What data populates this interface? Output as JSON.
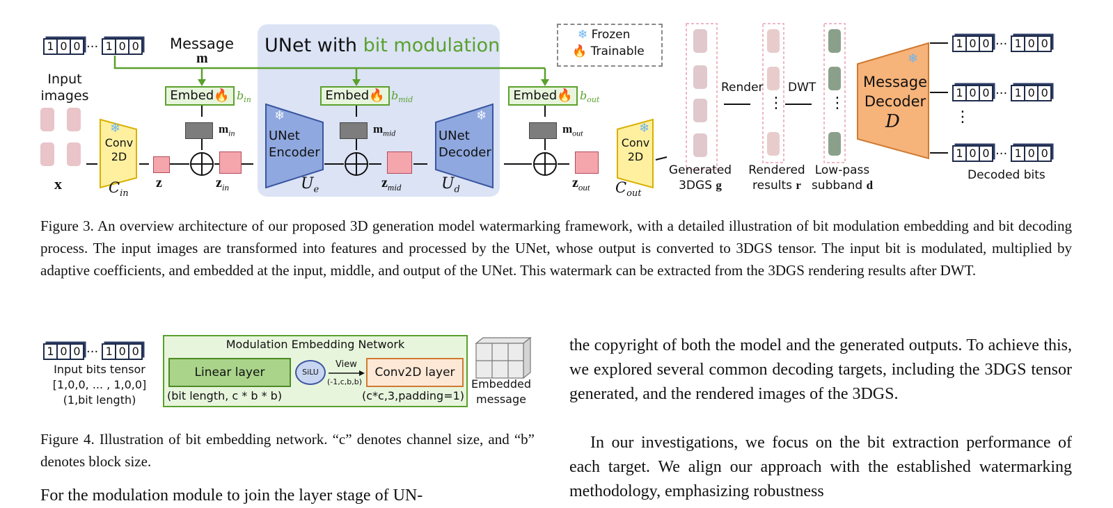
{
  "figure3": {
    "bits_row": [
      "1",
      "0",
      "0"
    ],
    "ellipsis": "···",
    "message_label": "Message",
    "message_symbol": "m",
    "input_images_label": "Input images",
    "x_symbol": "x",
    "unet_title_prefix": "UNet with ",
    "unet_title_highlight": "bit modulation",
    "legend_frozen": "Frozen",
    "legend_trainable": "Trainable",
    "embed_label": "Embed",
    "b_in": "b",
    "b_in_sub": "in",
    "b_mid": "b",
    "b_mid_sub": "mid",
    "b_out": "b",
    "b_out_sub": "out",
    "conv_label_1": "Conv",
    "conv_label_2": "2D",
    "c_in": "C",
    "c_in_sub": "in",
    "c_out": "C",
    "c_out_sub": "out",
    "z_symbol": "z",
    "z_in_sub": "in",
    "z_mid_sub": "mid",
    "z_out_sub": "out",
    "m_in_sub": "in",
    "m_mid_sub": "mid",
    "m_out_sub": "out",
    "encoder_label_1": "UNet",
    "encoder_label_2": "Encoder",
    "decoder_label_1": "UNet",
    "decoder_label_2": "Decoder",
    "u_e": "U",
    "u_e_sub": "e",
    "u_d": "U",
    "u_d_sub": "d",
    "render_label": "Render",
    "dwt_label": "DWT",
    "generated_label_1": "Generated",
    "generated_label_2": "3DGS",
    "g_symbol": "g",
    "rendered_label_1": "Rendered",
    "rendered_label_2": "results",
    "r_symbol": "r",
    "lowpass_label_1": "Low-pass",
    "lowpass_label_2": "subband",
    "d_symbol": "d",
    "decoder_name_1": "Message",
    "decoder_name_2": "Decoder",
    "decoder_symbol": "D",
    "decoded_bits_label": "Decoded bits",
    "vdots": "⋮",
    "caption": "Figure 3.  An overview architecture of our proposed 3D generation model watermarking framework, with a detailed illustration of bit modulation embedding and bit decoding process. The input images are transformed into features and processed by the UNet, whose output is converted to 3DGS tensor. The input bit is modulated, multiplied by adaptive coefficients, and embedded at the input, middle, and output of the UNet. This watermark can be extracted from the 3DGS rendering results after DWT."
  },
  "figure4": {
    "title": "Modulation Embedding Network",
    "input_label_1": "Input bits  tensor",
    "input_label_2": "[1,0,0, ... , 1,0,0]",
    "input_label_3": "(1,bit length)",
    "linear_label": "Linear layer",
    "linear_dims": "(bit length, c * b * b)",
    "silu_label": "SiLU",
    "view_label": "View",
    "view_dims": "(-1,c,b,b)",
    "conv_label": "Conv2D layer",
    "conv_dims": "(c*c,3,padding=1)",
    "embedded_label_1": "Embedded",
    "embedded_label_2": "message",
    "caption": "Figure 4.  Illustration of bit embedding network.  “c” denotes channel size, and “b” denotes block size."
  },
  "text": {
    "left_partial": "For the modulation module to join the layer stage of UN-",
    "right_p1": "the copyright of both the model and the generated outputs. To achieve this, we explored several common decoding targets, including the 3DGS tensor generated, and the rendered images of the 3DGS.",
    "right_p2": "In our investigations, we focus on the bit extraction performance of each target. We align our approach with the established watermarking methodology, emphasizing robustness"
  },
  "colors": {
    "unet_panel": "#dbe3f5",
    "encoder_blue": "#8fa8df",
    "green_line": "#5aa02c",
    "decoder_orange": "#f6b37a",
    "embed_green": "#e8f5dd"
  }
}
